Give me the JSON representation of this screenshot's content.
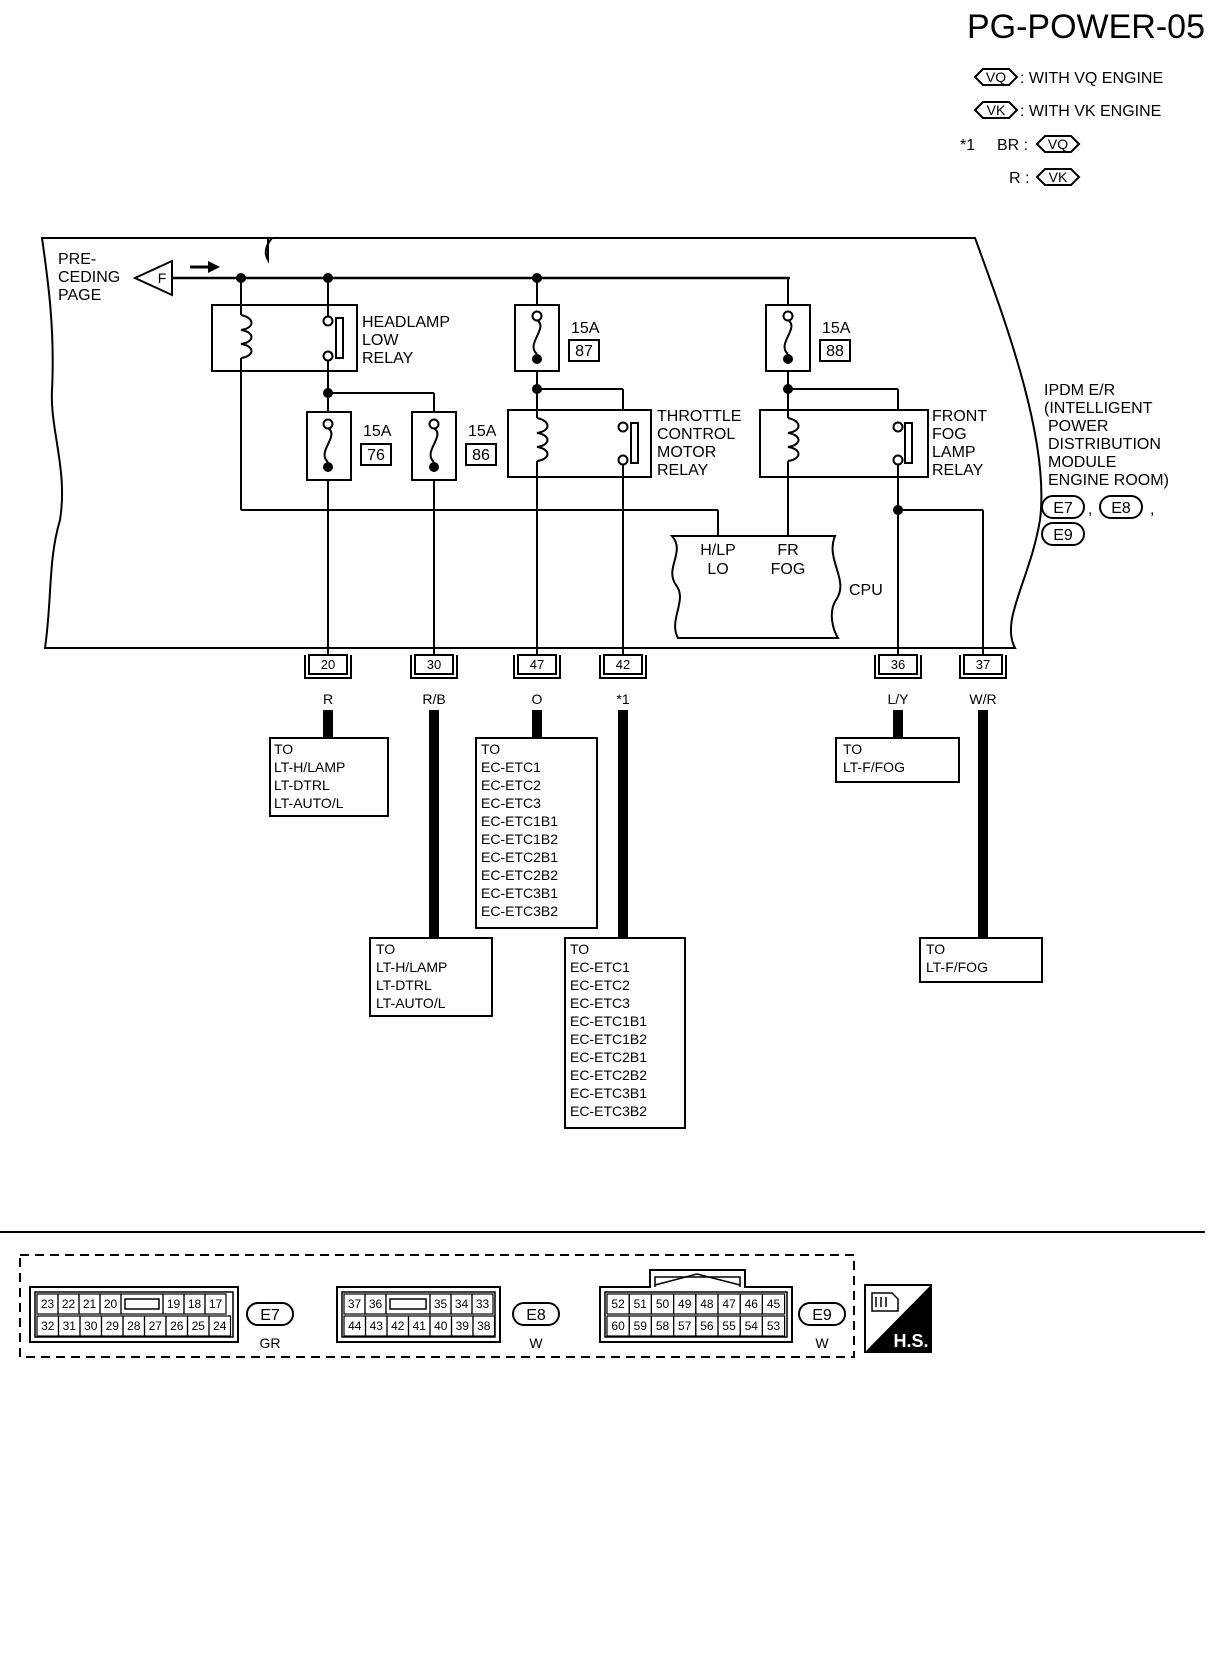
{
  "page_code": "PG-POWER-05",
  "legend": {
    "vq_tag": "VQ",
    "vq_text": ": WITH VQ ENGINE",
    "vk_tag": "VK",
    "vk_text": ": WITH VK ENGINE",
    "note_star": "*1",
    "note_br": "BR :",
    "note_r": "R :"
  },
  "offpage": {
    "label_line1": "PRE-",
    "label_line2": "CEDING",
    "label_line3": "PAGE",
    "connector_letter": "F"
  },
  "relays": {
    "headlamp_low": [
      "HEADLAMP",
      "LOW",
      "RELAY"
    ],
    "throttle_motor": [
      "THROTTLE",
      "CONTROL",
      "MOTOR",
      "RELAY"
    ],
    "front_fog": [
      "FRONT",
      "FOG",
      "LAMP",
      "RELAY"
    ]
  },
  "fuses": {
    "f87": {
      "amp": "15A",
      "num": "87"
    },
    "f88": {
      "amp": "15A",
      "num": "88"
    },
    "f76": {
      "amp": "15A",
      "num": "76"
    },
    "f86": {
      "amp": "15A",
      "num": "86"
    }
  },
  "cpu": {
    "hlp1": "H/LP",
    "hlp2": "LO",
    "fog1": "FR",
    "fog2": "FOG",
    "label": "CPU"
  },
  "ipdm": {
    "lines": [
      "IPDM E/R",
      "(INTELLIGENT",
      "POWER",
      "DISTRIBUTION",
      "MODULE",
      "ENGINE ROOM)"
    ],
    "conn1": "E7",
    "conn2": "E8",
    "conn3": "E9",
    "comma": ","
  },
  "pins": {
    "p20": {
      "num": "20",
      "color": "R"
    },
    "p30": {
      "num": "30",
      "color": "R/B"
    },
    "p47": {
      "num": "47",
      "color": "O"
    },
    "p42": {
      "num": "42",
      "color": "*1"
    },
    "p36": {
      "num": "36",
      "color": "L/Y"
    },
    "p37": {
      "num": "37",
      "color": "W/R"
    }
  },
  "dest": {
    "d20": [
      "TO",
      "LT-H/LAMP",
      "LT-DTRL",
      "LT-AUTO/L"
    ],
    "d30": [
      "TO",
      "LT-H/LAMP",
      "LT-DTRL",
      "LT-AUTO/L"
    ],
    "d47": [
      "TO",
      "EC-ETC1",
      "EC-ETC2",
      "EC-ETC3",
      "EC-ETC1B1",
      "EC-ETC1B2",
      "EC-ETC2B1",
      "EC-ETC2B2",
      "EC-ETC3B1",
      "EC-ETC3B2"
    ],
    "d42": [
      "TO",
      "EC-ETC1",
      "EC-ETC2",
      "EC-ETC3",
      "EC-ETC1B1",
      "EC-ETC1B2",
      "EC-ETC2B1",
      "EC-ETC2B2",
      "EC-ETC3B1",
      "EC-ETC3B2"
    ],
    "d36": [
      "TO",
      "LT-F/FOG"
    ],
    "d37": [
      "TO",
      "LT-F/FOG"
    ]
  },
  "connectors": {
    "e7": {
      "name": "E7",
      "color": "GR",
      "top": [
        "23",
        "22",
        "21",
        "20",
        "",
        "19",
        "18",
        "17"
      ],
      "bottom": [
        "32",
        "31",
        "30",
        "29",
        "28",
        "27",
        "26",
        "25",
        "24"
      ]
    },
    "e8": {
      "name": "E8",
      "color": "W",
      "top": [
        "37",
        "36",
        "",
        "35",
        "34",
        "33"
      ],
      "bottom": [
        "44",
        "43",
        "42",
        "41",
        "40",
        "39",
        "38"
      ]
    },
    "e9": {
      "name": "E9",
      "color": "W",
      "top": [
        "52",
        "51",
        "50",
        "49",
        "48",
        "47",
        "46",
        "45"
      ],
      "bottom": [
        "60",
        "59",
        "58",
        "57",
        "56",
        "55",
        "54",
        "53"
      ]
    }
  },
  "hs_label": "H.S."
}
